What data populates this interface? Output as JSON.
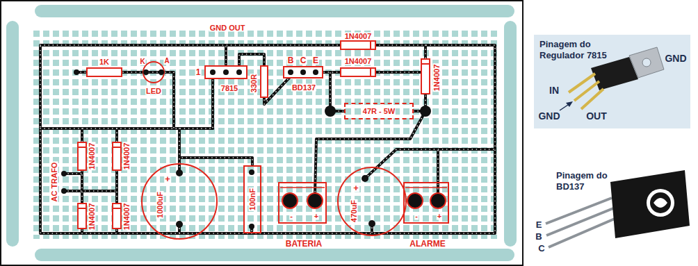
{
  "diagram": {
    "nodes": [
      {
        "text": [
          "47R - 5W"
        ]
      },
      {
        "text": [
          "+",
          "1000uF"
        ]
      },
      {
        "text": [
          "100nF"
        ]
      },
      {
        "text": [
          "+",
          "470uF"
        ]
      },
      {
        "text": [
          "-",
          "+",
          "BATERIA"
        ]
      },
      {
        "text": [
          "-",
          "+",
          "ALARME"
        ]
      },
      {
        "text": [
          "Pinagem do Regulador 7815",
          "GND",
          "IN",
          "GND",
          "OUT"
        ]
      }
    ],
    "edges": [
      {
        "from": 1,
        "to": 2,
        "arrow": "none"
      }
    ],
    "labels": [
      "GND OUT",
      "1",
      "7815",
      "1K",
      "K",
      "A",
      "LED",
      "330R",
      "B",
      "C",
      "E",
      "BD137",
      "1N4007",
      "1N4007",
      "1N4007",
      "AC TRAFO",
      "1N4007",
      "1N4007",
      "1N4007",
      "1N4007",
      "Pinagem do BD137",
      "E",
      "B",
      "C"
    ]
  }
}
